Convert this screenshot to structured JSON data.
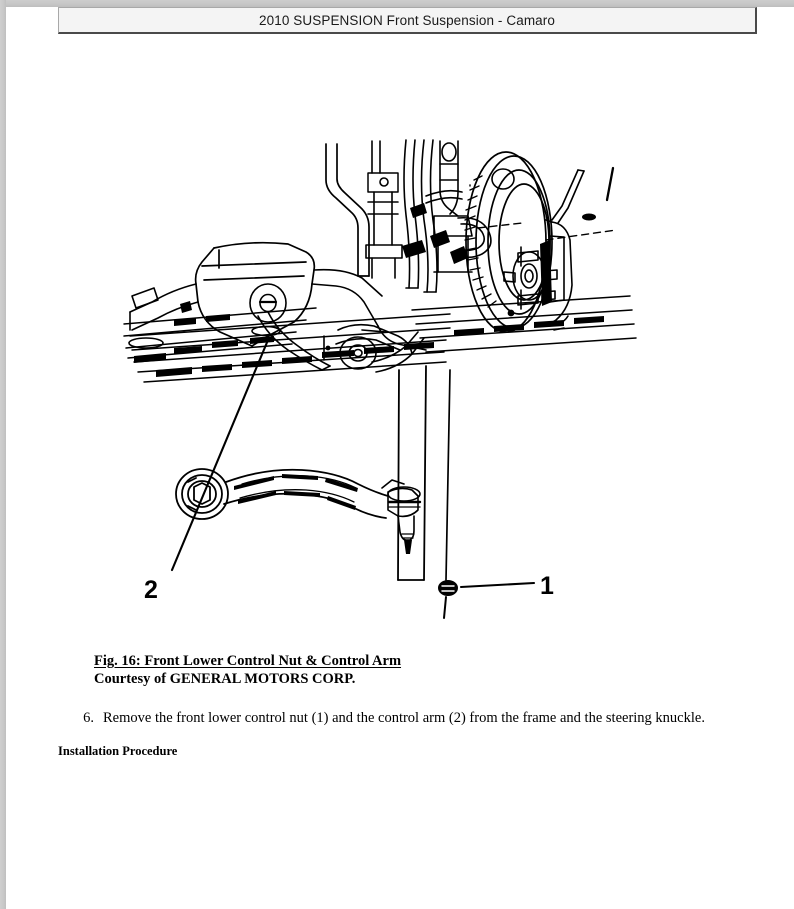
{
  "viewer": {
    "page_background": "#ffffff",
    "chrome_color": "#c8c8c8"
  },
  "header": {
    "title": "2010 SUSPENSION Front Suspension - Camaro"
  },
  "figure": {
    "alt_name": "front-lower-control-arm-exploded-line-drawing",
    "line_color": "#000000",
    "callouts": [
      {
        "id": "1",
        "label": "1",
        "points_to": "front lower control nut"
      },
      {
        "id": "2",
        "label": "2",
        "points_to": "control arm"
      }
    ],
    "caption_title": "Fig. 16: Front Lower Control Nut & Control Arm",
    "caption_courtesy": "Courtesy of GENERAL MOTORS CORP."
  },
  "body": {
    "step_number": "6.",
    "step_text": "Remove the front lower control nut (1) and the control arm (2) from the frame and the steering knuckle.",
    "subheading": "Installation Procedure"
  }
}
